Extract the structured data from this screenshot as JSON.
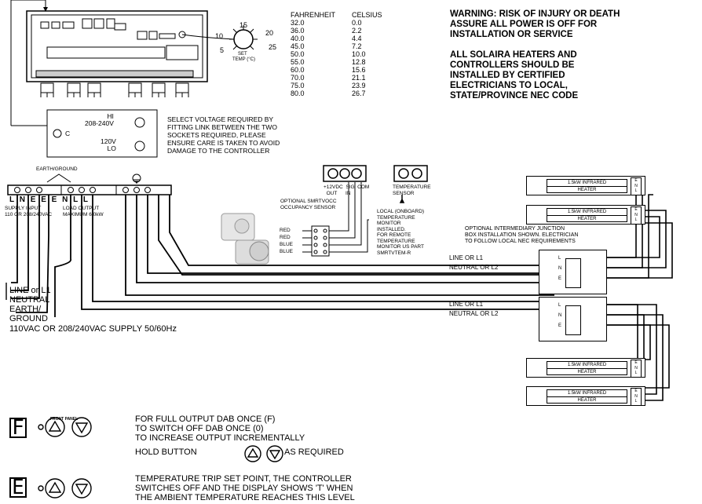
{
  "dial": {
    "labels": [
      "10",
      "15",
      "20",
      "5",
      "25"
    ],
    "set_label": "SET",
    "temp_label": "TEMP (°C)"
  },
  "temp_table": {
    "headers": [
      "FAHRENHEIT",
      "CELSIUS"
    ],
    "rows": [
      [
        "32.0",
        "0.0"
      ],
      [
        "36.0",
        "2.2"
      ],
      [
        "40.0",
        "4.4"
      ],
      [
        "45.0",
        "7.2"
      ],
      [
        "50.0",
        "10.0"
      ],
      [
        "55.0",
        "12.8"
      ],
      [
        "60.0",
        "15.6"
      ],
      [
        "70.0",
        "21.1"
      ],
      [
        "75.0",
        "23.9"
      ],
      [
        "80.0",
        "26.7"
      ]
    ]
  },
  "warning": {
    "line1": "WARNING: RISK OF INJURY OR DEATH\nASSURE ALL POWER IS OFF FOR\nINSTALLATION OR SERVICE",
    "line2": "ALL SOLAIRA HEATERS AND\nCONTROLLERS SHOULD BE\nINSTALLED BY CERTIFIED\nELECTRICIANS TO LOCAL,\nSTATE/PROVINCE NEC CODE"
  },
  "voltage": {
    "hi": "HI\n208-240V",
    "c": "C",
    "lo": "120V\nLO",
    "note": "SELECT VOLTAGE REQUIRED BY\nFITTING LINK BETWEEN THE TWO\nSOCKETS REQUIRED, PLEASE\nENSURE CARE IS TAKEN TO AVOID\nDAMAGE TO THE CONTROLLER"
  },
  "terminals": {
    "earth_label": "EARTH/GROUND",
    "letters": [
      "L",
      "N",
      "E",
      "E",
      "E",
      "N",
      "L",
      "L"
    ],
    "supply_input": "SUPPLY INPUT\n110 OR 208/240VAC",
    "load_output": "LOAD OUTPUT\nMAXIMUM 6.0kW"
  },
  "sensors": {
    "occupancy_terminals": "+12VDC  SIG  COM\n  OUT      IN",
    "occupancy_label": "OPTIONAL SMRTVOCC\nOCCUPANCY SENSOR",
    "temp_terminals": "TEMPERATURE\nSENSOR",
    "wire_colors": [
      "RED",
      "RED",
      "BLUE",
      "BLUE"
    ],
    "local_note": "LOCAL (ONBOARD)\nTEMPERATURE\nMONITOR\nINSTALLED.\nFOR REMOTE\nTEMPERATURE\nMONITOR US PART\nSMRTVTEM-R"
  },
  "junction_note": "OPTIONAL INTERMEDIARY JUNCTION\nBOX INSTALLATION SHOWN. ELECTRICIAN\nTO FOLLOW LOCAL NEC REQUIREMENTS",
  "lines": {
    "line": "LINE OR L1",
    "neutral": "NEUTRAL OR L2"
  },
  "jbox_terms": [
    "L",
    "N",
    "E"
  ],
  "heater": {
    "rating": "1.5kW INFRARED",
    "name": "HEATER",
    "terms": "E\nN\nL"
  },
  "supply_legend": {
    "line": "LINE or L1",
    "neutral": "NEUTRAL",
    "earth": "EARTH/\nGROUND",
    "supply": "110VAC OR 208/240VAC SUPPLY 50/60Hz"
  },
  "front_panel": {
    "label": "FRONT PANEL",
    "key_f": "F",
    "key_t": "E",
    "f_note": "FOR FULL OUTPUT DAB ONCE (F)\nTO SWITCH OFF DAB ONCE (0)\nTO INCREASE OUTPUT INCREMENTALLY",
    "hold_a": "HOLD BUTTON",
    "hold_b": "AS REQUIRED",
    "t_note": "TEMPERATURE TRIP SET POINT, THE CONTROLLER\nSWITCHES OFF AND THE DISPLAY SHOWS 'T' WHEN\nTHE AMBIENT TEMPERATURE REACHES THIS LEVEL"
  }
}
